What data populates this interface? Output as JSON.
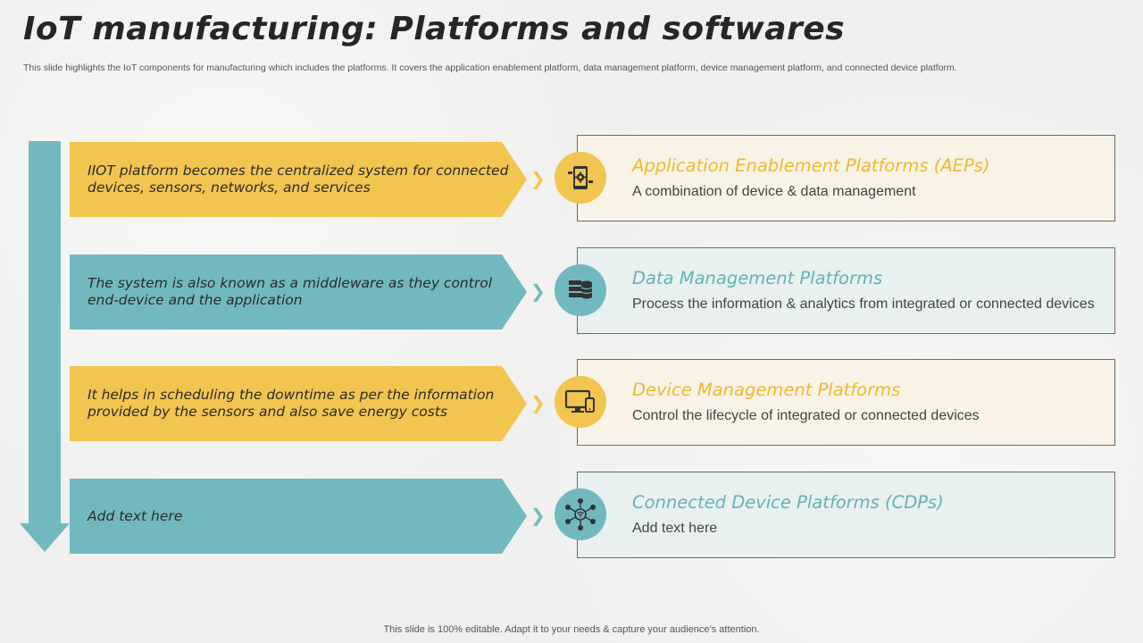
{
  "header": {
    "title": "IoT manufacturing: Platforms and softwares",
    "subtitle": "This slide highlights the IoT components for manufacturing which includes the platforms. It covers the application enablement platform, data management platform, device management platform, and connected device platform."
  },
  "colors": {
    "yellow": "#f2c550",
    "teal": "#72b9bf"
  },
  "rows": [
    {
      "banner_text": "IIOT platform becomes the centralized system for connected devices, sensors, networks, and services",
      "title": "Application Enablement Platforms (AEPs)",
      "description": "A combination of device & data management",
      "icon": "mobile-gear-icon",
      "color": "yellow"
    },
    {
      "banner_text": "The system is also known as a middleware as they control end-device and the application",
      "title": "Data Management Platforms",
      "description": "Process the information & analytics from integrated or connected devices",
      "icon": "database-server-icon",
      "color": "teal"
    },
    {
      "banner_text": "It helps in scheduling the downtime as per the information provided by the sensors and also save energy costs",
      "title": "Device Management Platforms",
      "description": "Control the lifecycle of integrated or connected devices",
      "icon": "monitor-phone-icon",
      "color": "yellow"
    },
    {
      "banner_text": "Add text here",
      "title": "Connected Device Platforms (CDPs)",
      "description": "Add text here",
      "icon": "network-wifi-icon",
      "color": "teal"
    }
  ],
  "chevron_glyph": "❯",
  "footer": "This slide is 100% editable. Adapt it to your needs & capture your audience’s attention."
}
